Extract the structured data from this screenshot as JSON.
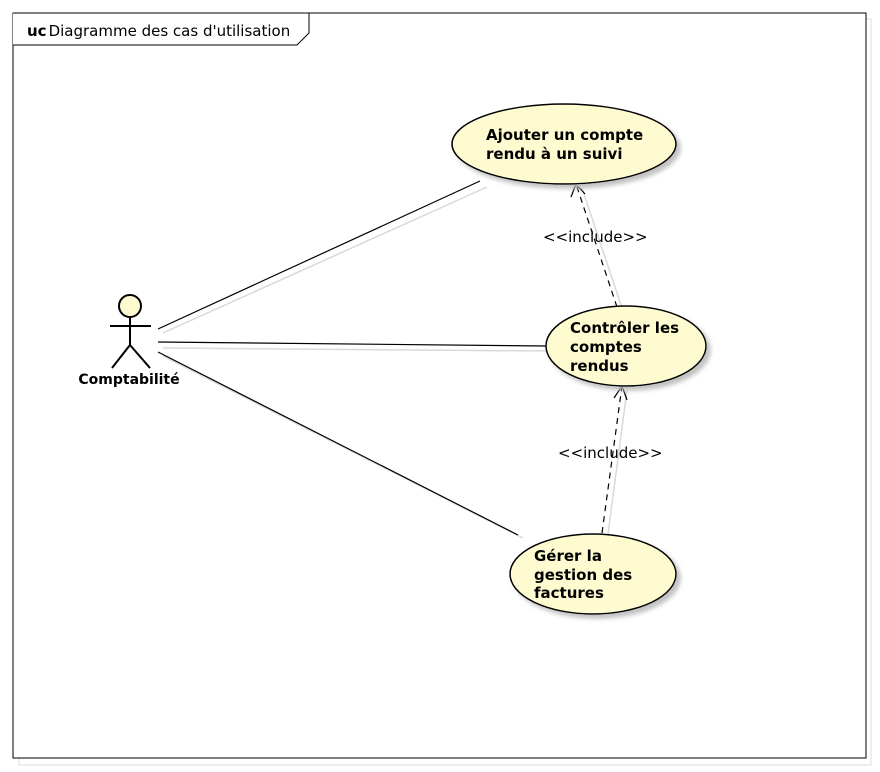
{
  "frame": {
    "keyword": "uc",
    "title": "Diagramme des cas d'utilisation"
  },
  "actor": {
    "name": "Comptabilité"
  },
  "use_cases": [
    {
      "id": "uc1",
      "lines": [
        "Ajouter un compte",
        "rendu à un suivi"
      ]
    },
    {
      "id": "uc2",
      "lines": [
        "Contrôler les",
        "comptes",
        "rendus"
      ]
    },
    {
      "id": "uc3",
      "lines": [
        "Gérer la",
        "gestion des",
        "factures"
      ]
    }
  ],
  "relations": [
    {
      "type": "include",
      "label": "<<include>>",
      "from": "uc2",
      "to": "uc1"
    },
    {
      "type": "include",
      "label": "<<include>>",
      "from": "uc3",
      "to": "uc2"
    }
  ],
  "colors": {
    "usecase_fill": "#fdfbcf",
    "actor_fill": "#fdfbcf",
    "line": "#000000",
    "shadow": "#d9d9d9"
  }
}
